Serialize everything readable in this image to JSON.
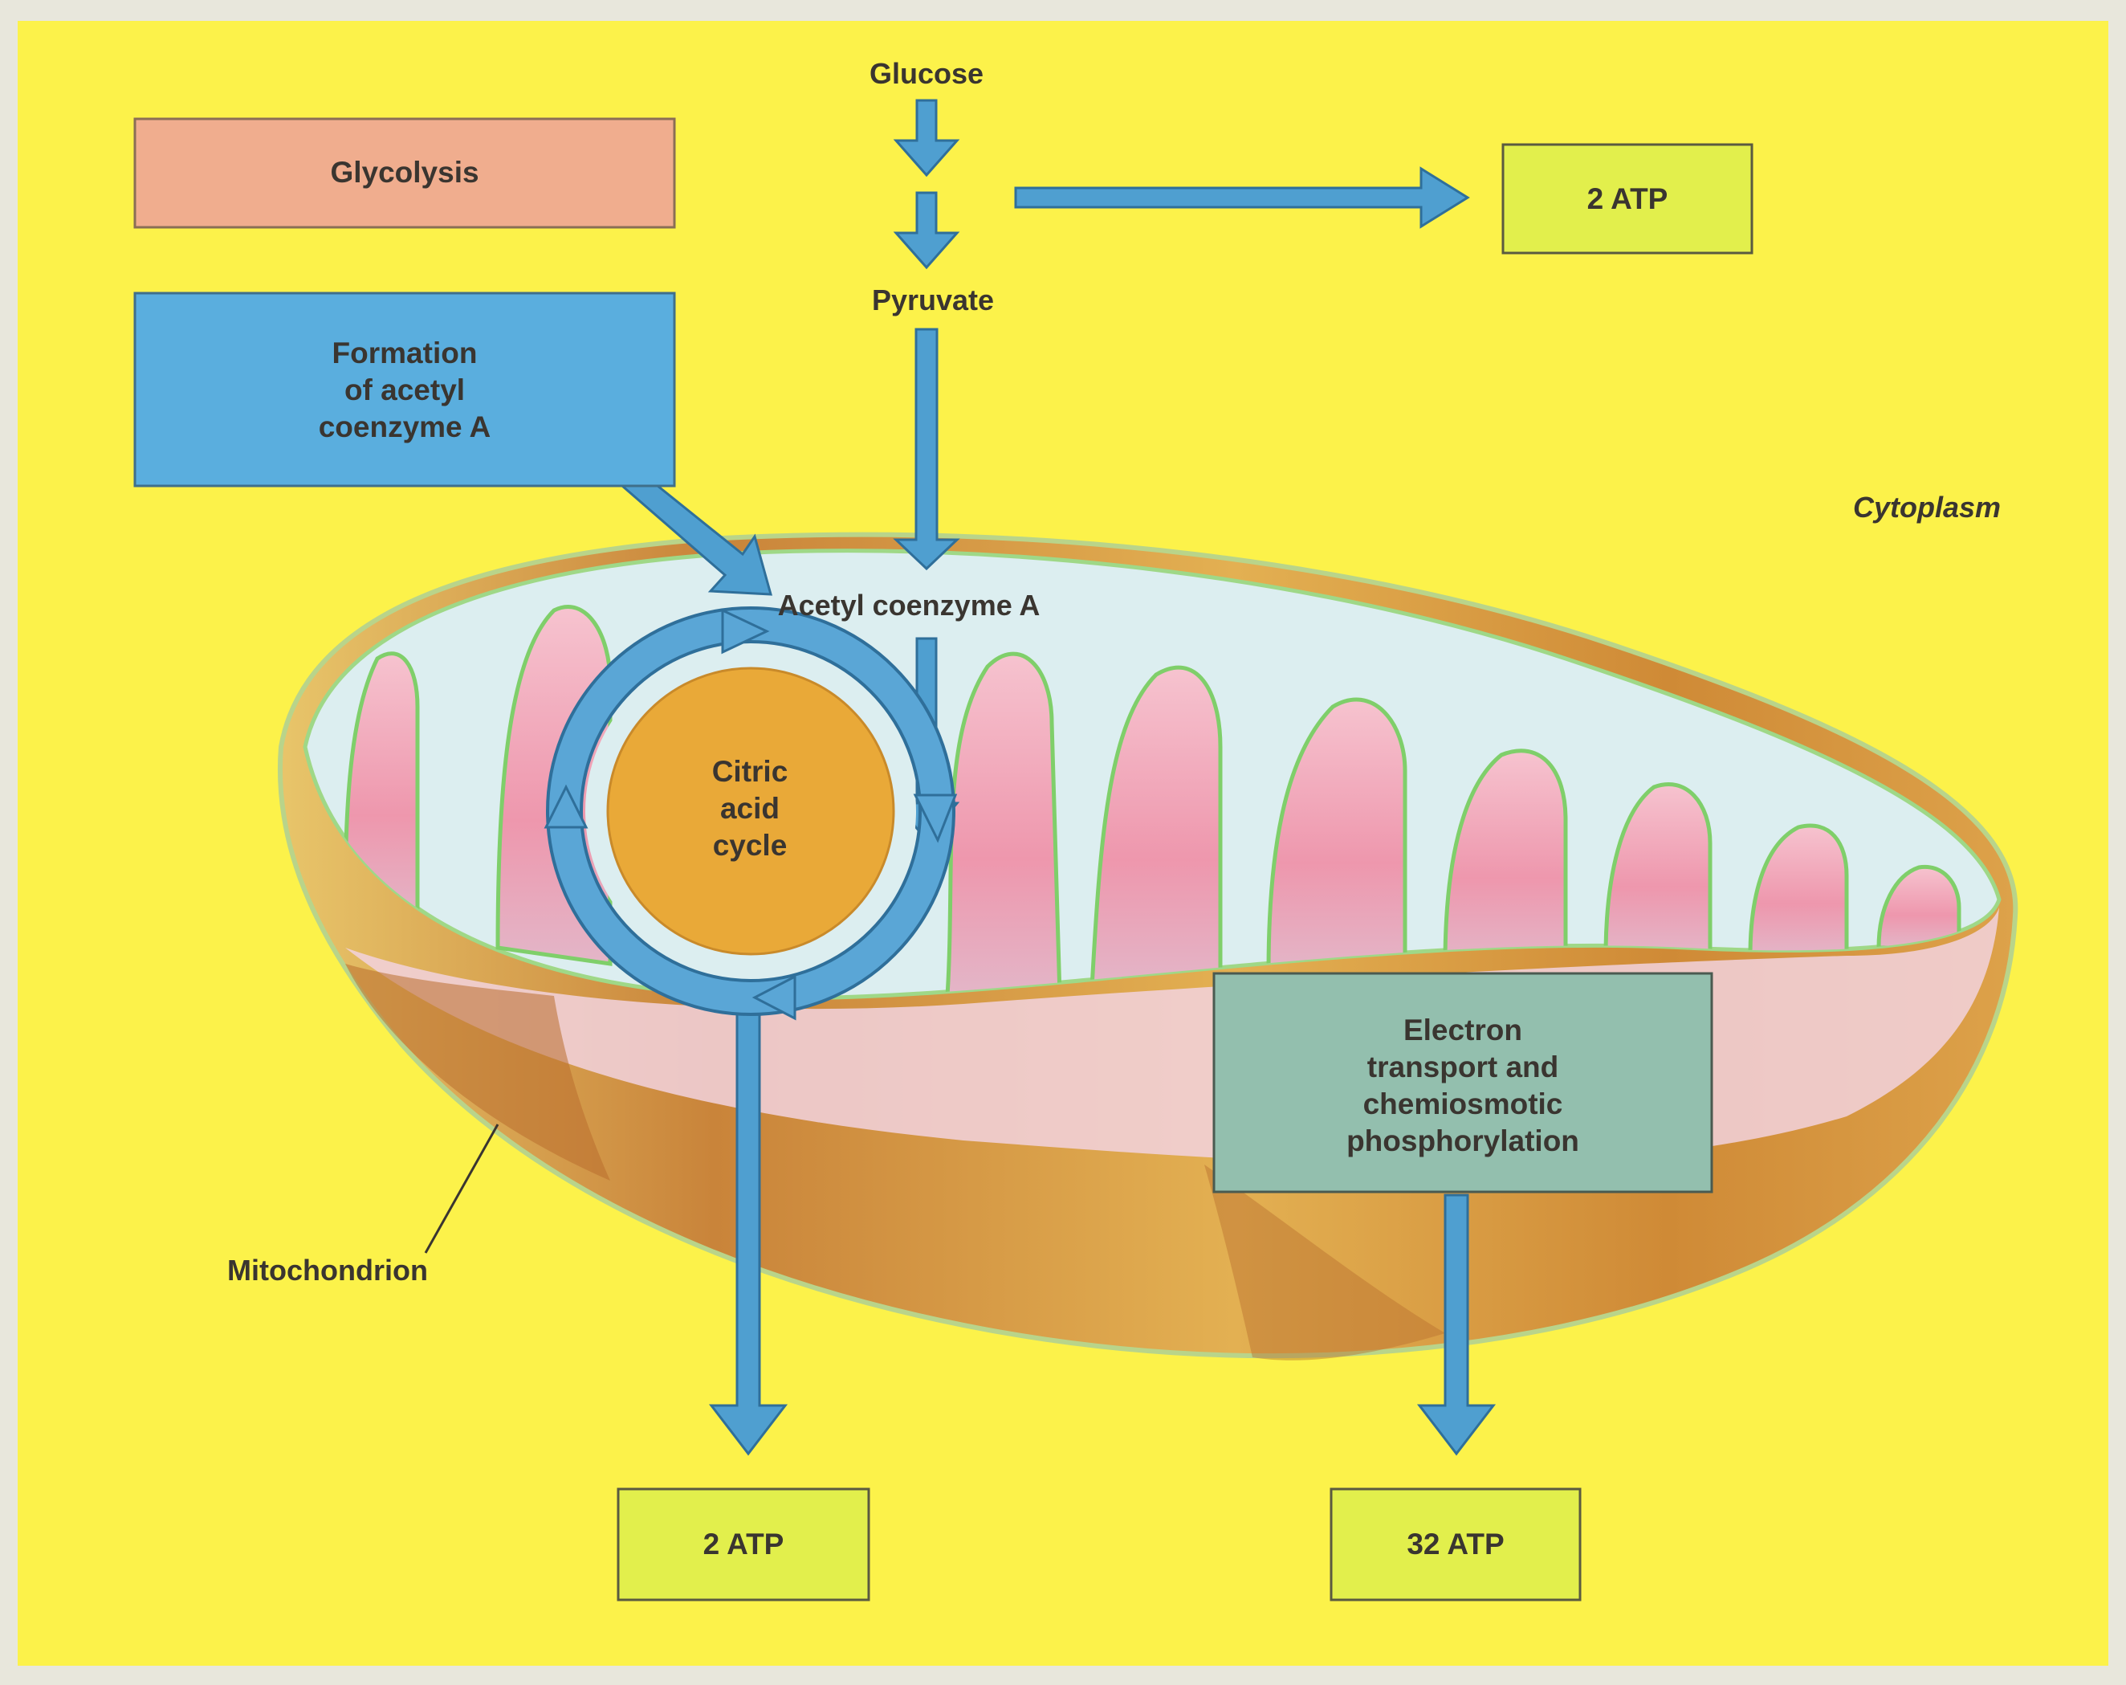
{
  "title": "",
  "labels": {
    "glucose": "Glucose",
    "pyruvate": "Pyruvate",
    "acetyl_coa": "Acetyl coenzyme A",
    "cytoplasm": "Cytoplasm",
    "mitochondrion": "Mitochondrion"
  },
  "stages": {
    "glycolysis": "Glycolysis",
    "formation": [
      "Formation",
      "of acetyl",
      "coenzyme A"
    ],
    "citric": [
      "Citric",
      "acid",
      "cycle"
    ],
    "electron": [
      "Electron",
      "transport and",
      "chemiosmotic",
      "phosphorylation"
    ]
  },
  "yields": {
    "glycolysis_atp": "2 ATP",
    "citric_atp": "2 ATP",
    "electron_atp": "32 ATP"
  },
  "colors": {
    "background": "#fcf24a",
    "glycolysis_box": "#f0ad8e",
    "formation_box": "#5aaede",
    "atp_box": "#e2ef4c",
    "electron_box": "#93bfae",
    "arrow": "#4f9fd0",
    "arrow_outline": "#2f6f9a",
    "citric_circle": "#e9a938",
    "mito_inner": "#dceef0",
    "mito_outer": "#d9943a",
    "cristae_pink": "#f2a6b8",
    "cristae_line": "#7fcf6a"
  }
}
